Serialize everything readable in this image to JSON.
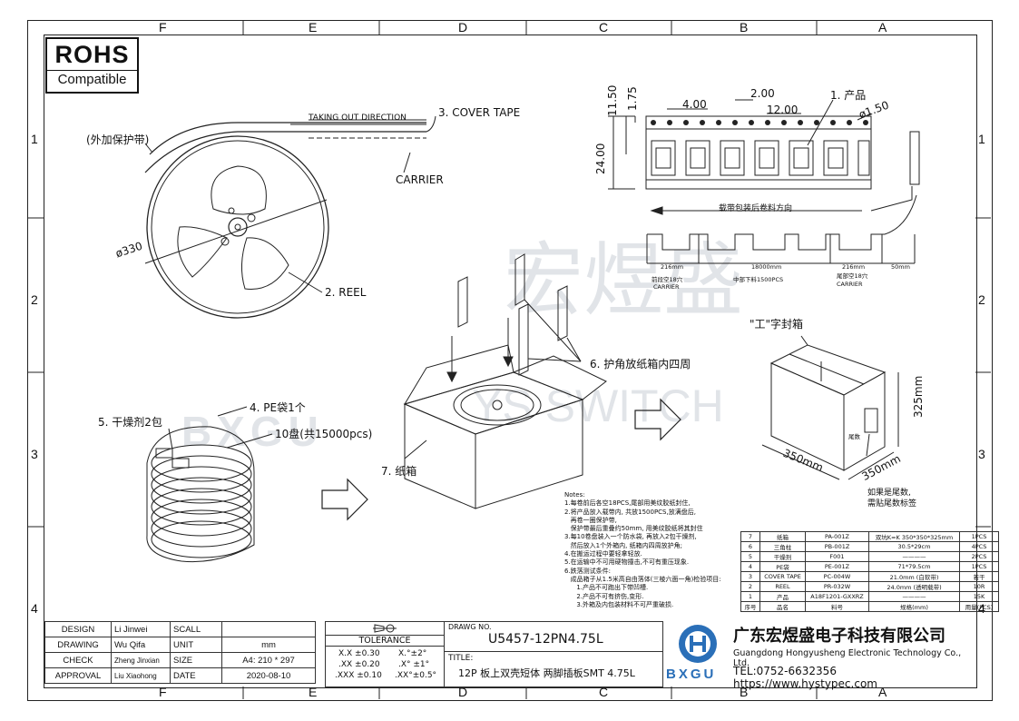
{
  "zones_top": [
    "F",
    "E",
    "D",
    "C",
    "B",
    "A"
  ],
  "zones_side": [
    "1",
    "2",
    "3",
    "4"
  ],
  "rohs": {
    "title": "ROHS",
    "subtitle": "Compatible"
  },
  "reel": {
    "outer_protect": "(外加保护带)",
    "taking_out": "TAKING OUT DIRECTION",
    "cover_tape": "3. COVER TAPE",
    "carrier": "CARRIER",
    "diameter": "ø330",
    "reel_label": "2. REEL"
  },
  "tape": {
    "dim_11_50": "11.50",
    "dim_1_75": "1.75",
    "dim_4_00": "4.00",
    "dim_2_00": "2.00",
    "dim_12_00": "12.00",
    "dim_1_50": "ø1.50",
    "dim_24_00": "24.00",
    "product": "1. 产品",
    "direction": "载带包装后卷料方向",
    "len_216a": "216mm",
    "len_18000": "18000mm",
    "len_216b": "216mm",
    "len_50": "50mm",
    "front_empty": "前段空18穴",
    "front_carrier": "CARRIER",
    "middle": "中部下料1500PCS",
    "tail_empty": "尾部空18穴",
    "tail_carrier": "CARRIER"
  },
  "box": {
    "corner": "6. 护角放纸箱内四周",
    "carton": "7. 纸箱",
    "desiccant": "5. 干燥剂2包",
    "pe_bag": "4. PE袋1个",
    "ten_reels": "10盘(共15000pcs)",
    "seal": "\"工\"字封箱",
    "dim_325": "325mm",
    "dim_350a": "350mm",
    "dim_350b": "350mm",
    "tail_box": "尾数",
    "tail_note1": "如果是尾数,",
    "tail_note2": "需贴尾数标签"
  },
  "watermark": {
    "cn": "宏煜盛",
    "en": "YS SWITCH",
    "logo": "BXGU"
  },
  "notes": [
    "Notes:",
    "1.每卷前后各空18PCS,尾部用美纹胶纸封住,",
    "2.将产品放入载带内, 共放1500PCS,放满盘后,",
    "   再卷一圈保护带,",
    "   保护带最后重叠约50mm, 用美纹胶纸将其封住",
    "3.每10卷盘装入一个防水袋, 再放入2包干燥剂,",
    "   然后放入1个外箱内, 纸箱内四周放护角;",
    "4.在搬运过程中要轻拿轻放.",
    "5.在运输中不可用硬物撞击,不可有重压现象.",
    "6.跌落测试条件:",
    "   成品箱子从1.5米高自由落体(三棱六面一角)检验项目:",
    "      1.产品不可跑出下带凹槽.",
    "      2.产品不可有挤伤,变形.",
    "      3.外箱及内包装材料不可严重破损."
  ],
  "bom": {
    "rows": [
      [
        "7",
        "纸箱",
        "PA-001Z",
        "双坑K=K 350*350*325mm",
        "1PCS"
      ],
      [
        "6",
        "三角柱",
        "PB-001Z",
        "30.5*29cm",
        "4PCS"
      ],
      [
        "5",
        "干燥剂",
        "F001",
        "————",
        "2PCS"
      ],
      [
        "4",
        "PE袋",
        "PE-001Z",
        "71*79.5cm",
        "1PCS"
      ],
      [
        "3",
        "COVER TAPE",
        "PC-004W",
        "21.0mm (白软带)",
        "若干"
      ],
      [
        "2",
        "REEL",
        "PR-032W",
        "24.0mm (透明载带)",
        "10R"
      ],
      [
        "1",
        "产品",
        "A18F1201-GXXRZ",
        "————",
        "15K"
      ]
    ],
    "header": [
      "序号",
      "品名",
      "料号",
      "规格(mm)",
      "用量(PCS)"
    ]
  },
  "title_block": {
    "design": "DESIGN",
    "design_by": "Li Jinwei",
    "drawing": "DRAWING",
    "drawing_by": "Wu Qifa",
    "check": "CHECK",
    "check_by": "Zheng Jinxian",
    "approval": "APPROVAL",
    "approval_by": "Liu Xiaohong",
    "scall": "SCALL",
    "unit": "UNIT",
    "unit_val": "mm",
    "size": "SIZE",
    "size_val": "A4: 210 * 297",
    "date": "DATE",
    "date_val": "2020-08-10",
    "tolerance": "TOLERANCE",
    "tol_1": "X.X  ±0.30",
    "tol_2": "X.°±2°",
    "tol_3": ".XX  ±0.20",
    "tol_4": ".X° ±1°",
    "tol_5": ".XXX  ±0.10",
    "tol_6": ".XX°±0.5°",
    "drawing_no_label": "DRAWG NO.",
    "drawing_no": "U5457-12PN4.75L",
    "title_label": "TITLE:",
    "title": "12P 板上双壳短体 两脚插板SMT 4.75L",
    "company_cn": "广东宏煜盛电子科技有限公司",
    "company_en": "Guangdong Hongyusheng Electronic Technology Co., Ltd.",
    "tel": "TEL:0752-6632356  https://www.hystypec.com",
    "logo_text": "BXGU"
  }
}
